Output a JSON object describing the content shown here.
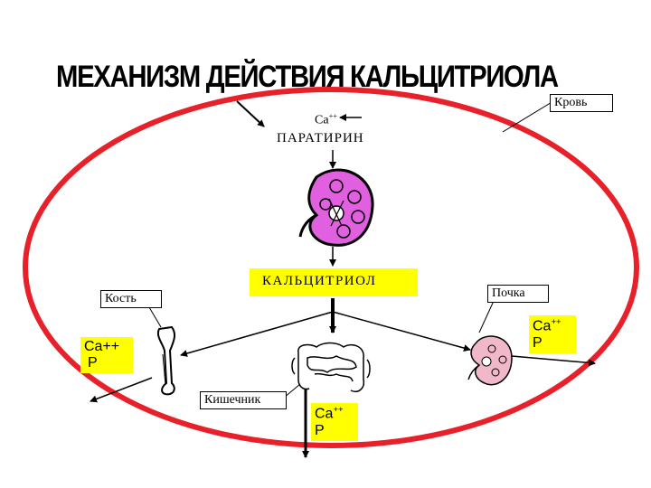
{
  "title": "МЕХАНИЗМ ДЕЙСТВИЯ КАЛЬЦИТРИОЛА",
  "labels": {
    "blood": "Кровь",
    "ca_top": "Ca",
    "ca_top_sup": "++",
    "parathyrin": "ПАРАТИРИН",
    "calcitriol": "КАЛЬЦИТРИОЛ",
    "bone": "Кость",
    "kidney": "Почка",
    "intestine": "Кишечник",
    "left_ca": "Ca++",
    "left_p": "P",
    "right_ca": "Ca",
    "right_ca_sup": "++",
    "right_p": "P",
    "bottom_ca": "Ca",
    "bottom_ca_sup": "++",
    "bottom_p": "P"
  },
  "colors": {
    "ellipse": "#e8202a",
    "highlight": "#ffff00",
    "kidney_main": "#e060e0",
    "kidney_small": "#f0b8c8"
  },
  "icons": [
    "kidney-icon",
    "small-kidney-icon",
    "bone-icon",
    "intestine-icon"
  ]
}
